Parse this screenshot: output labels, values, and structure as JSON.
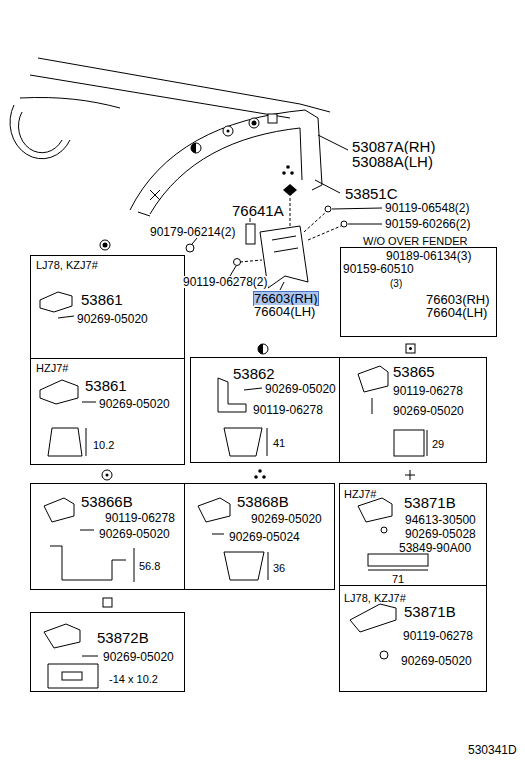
{
  "diagram": {
    "nodes": [
      {
        "text": [
          "LJ78, KZJ7#",
          "53861",
          "90269-05020"
        ]
      },
      {
        "text": [
          "HZJ7#",
          "53861",
          "90269-05020",
          "10.2"
        ]
      },
      {
        "text": [
          "W/O OVER FENDER",
          "90189-06134(3)",
          "90159-60510",
          "(3)",
          "76603(RH)",
          "76604(LH)"
        ]
      },
      {
        "text": [
          "53862",
          "90269-05020",
          "90119-06278",
          "41"
        ]
      },
      {
        "text": [
          "53865",
          "90119-06278",
          "90269-05020",
          "29"
        ]
      },
      {
        "text": [
          "53866B",
          "90119-06278",
          "90269-05020",
          "56.8"
        ]
      },
      {
        "text": [
          "53868B",
          "90269-05020",
          "90269-05024",
          "36"
        ]
      },
      {
        "text": [
          "HZJ7#",
          "53871B",
          "94613-30500",
          "90269-05028",
          "53849-90A00",
          "71"
        ]
      },
      {
        "text": [
          "LJ78, KZJ7#",
          "53871B",
          "90119-06278",
          "90269-05020"
        ]
      },
      {
        "text": [
          "53872B",
          "90269-05020",
          "-14 x 10.2"
        ]
      }
    ],
    "labels": [
      "53851C",
      "53087A(RH)",
      "53088A(LH)",
      "76641A",
      "90179-06214(2)",
      "90119-06278(2)",
      "76603(RH)",
      "76604(LH)",
      "90119-06548(2)",
      "90159-60266(2)",
      "530341D"
    ]
  }
}
